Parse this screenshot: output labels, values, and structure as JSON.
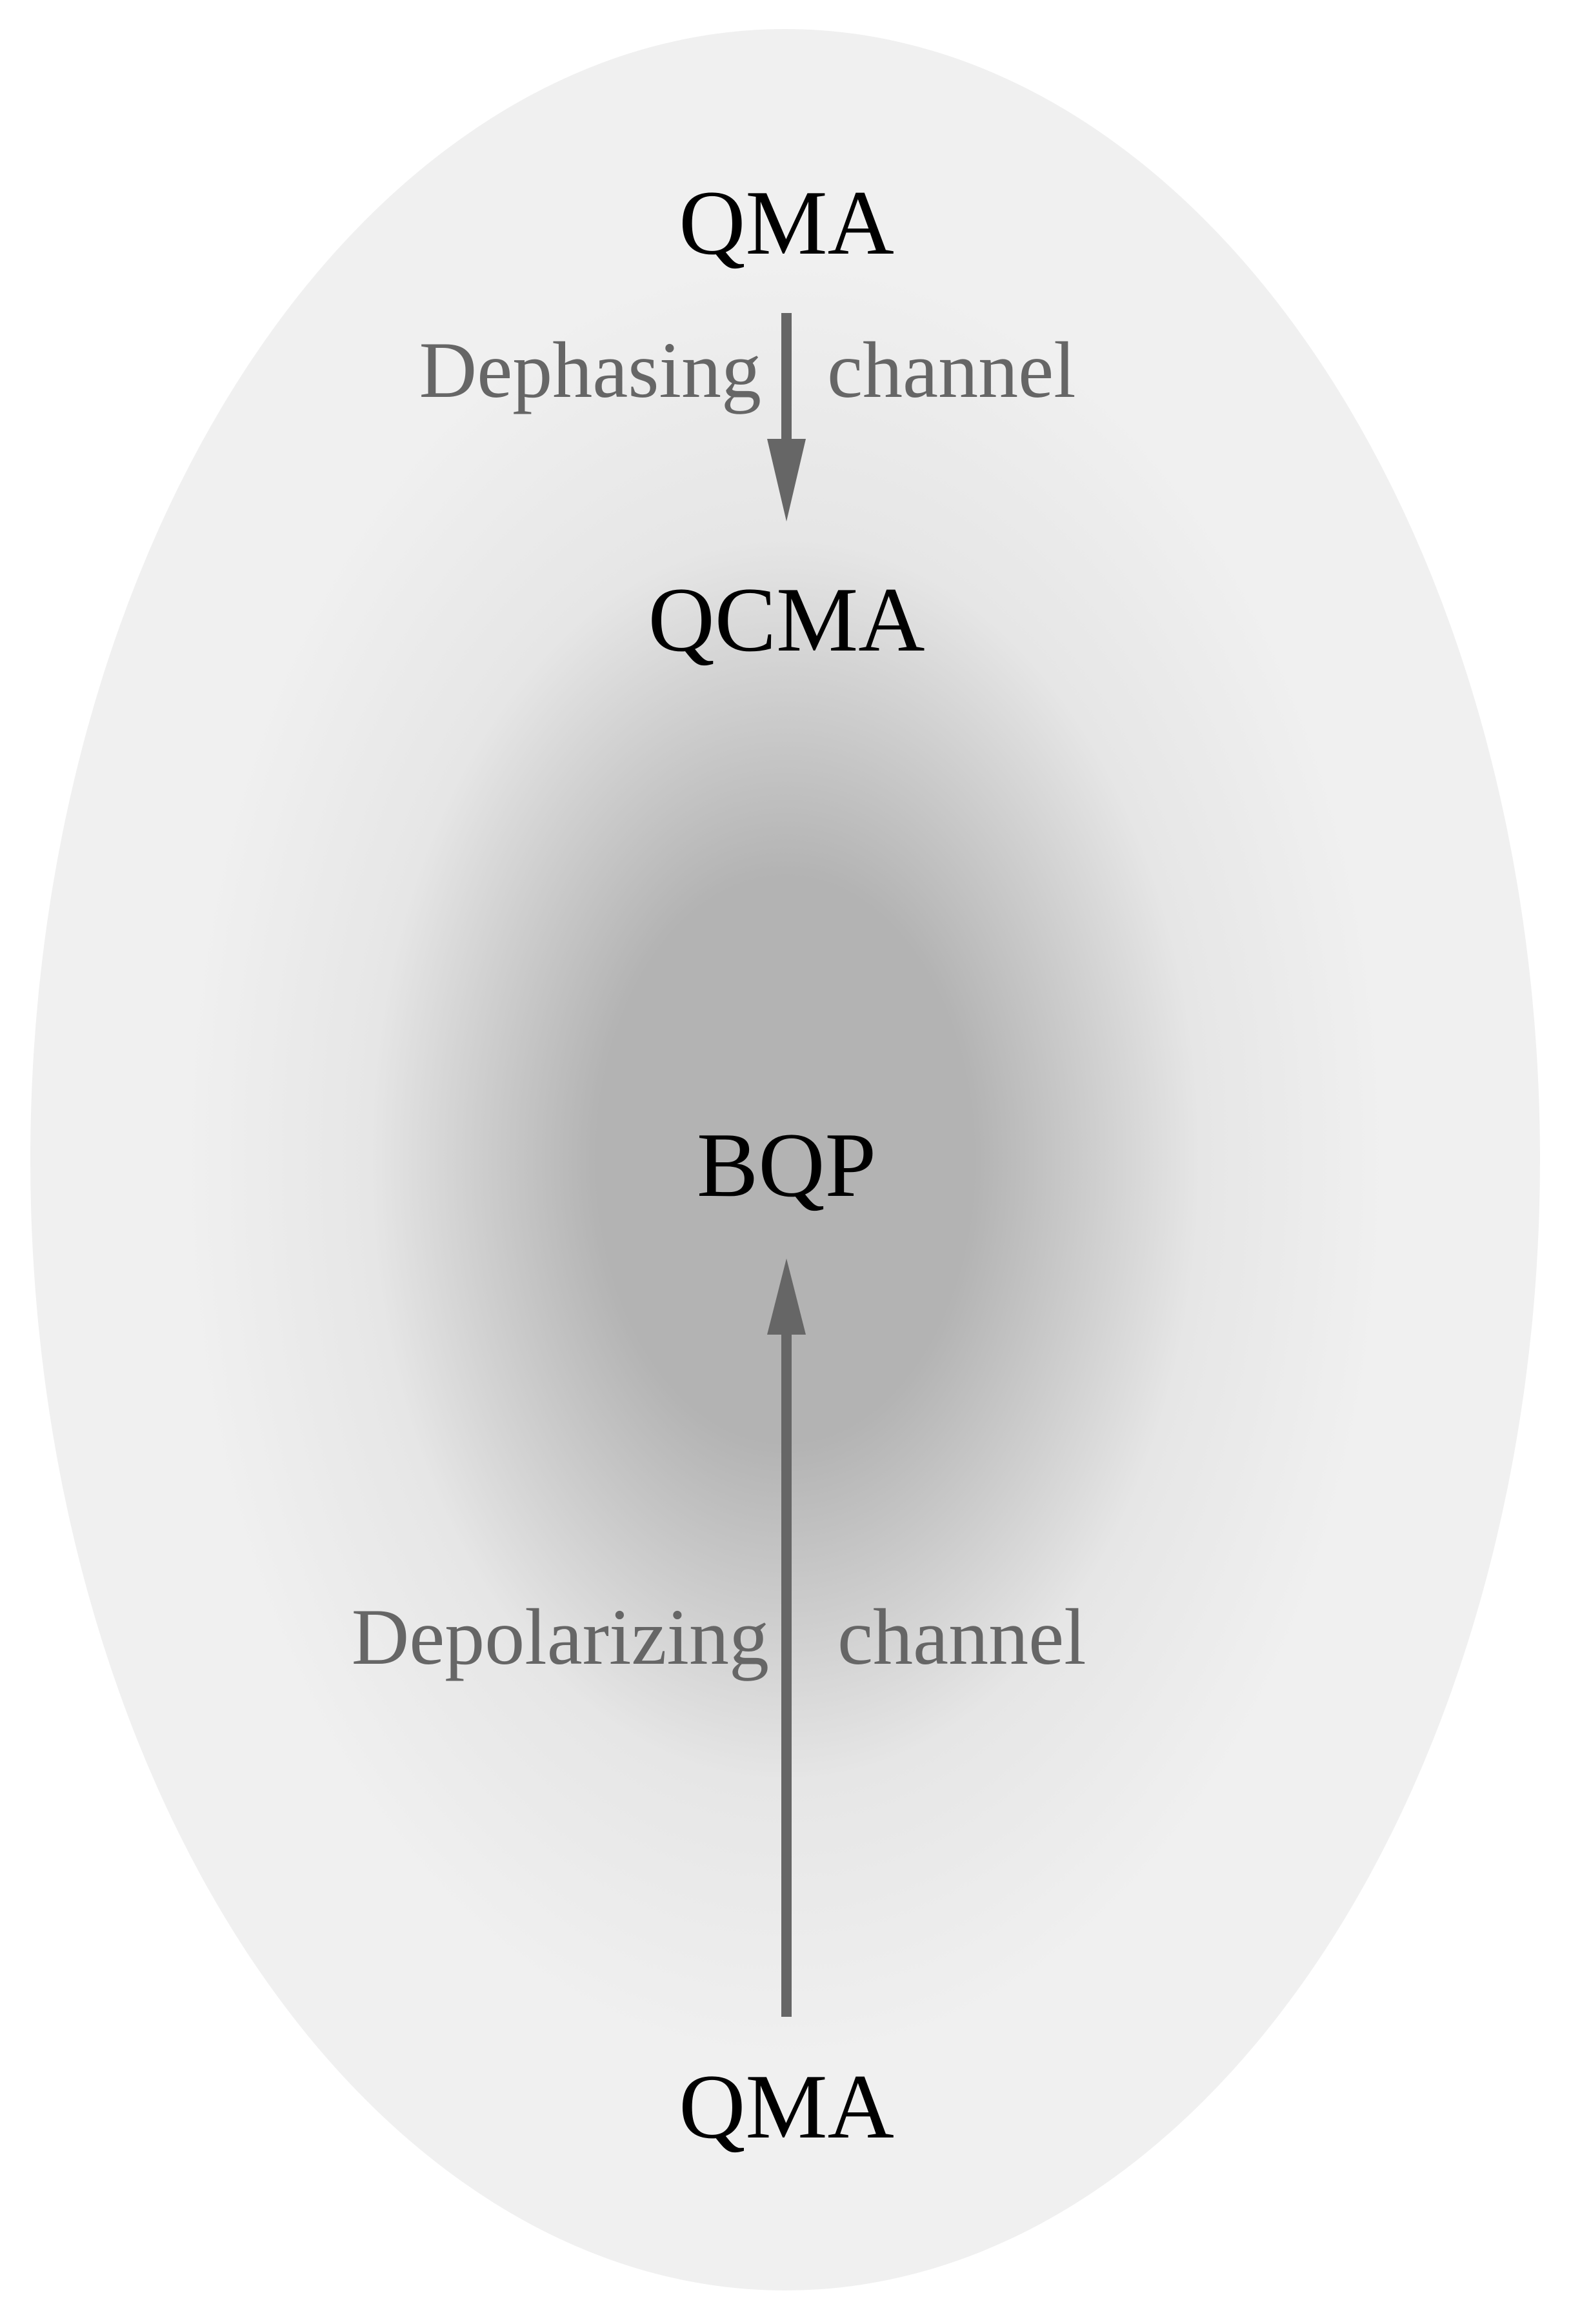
{
  "diagram": {
    "nodes": {
      "top": "QMA",
      "second": "QCMA",
      "center": "BQP",
      "bottom": "QMA"
    },
    "edges": [
      {
        "from": "QMA",
        "to": "QCMA",
        "label_left": "Dephasing",
        "label_right": "channel"
      },
      {
        "from": "QMA",
        "to": "BQP",
        "label_left": "Depolarizing",
        "label_right": "channel"
      }
    ]
  },
  "colors": {
    "text": "#000000",
    "arrow": "#666666",
    "edge_label": "#666666",
    "ellipse_outer": "#f0f0f0",
    "ellipse_center": "#b3b3b3"
  }
}
